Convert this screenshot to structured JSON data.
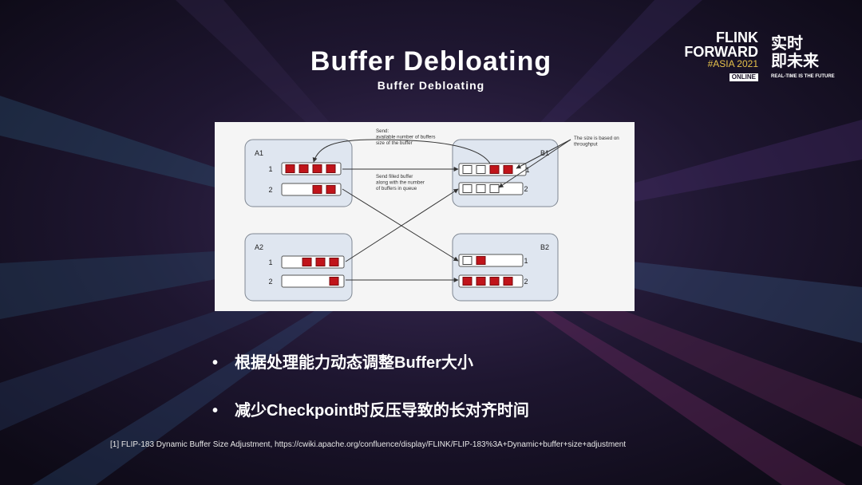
{
  "slide": {
    "title": "Buffer Debloating",
    "subtitle": "Buffer Debloating"
  },
  "logo": {
    "line1": "FLINK",
    "line2": "FORWARD",
    "line3": "#ASIA 2021",
    "badge": "ONLINE",
    "cn_line1": "实时",
    "cn_line2": "即未来",
    "tagline": "REAL-TIME IS THE FUTURE"
  },
  "diagram": {
    "nodes": [
      {
        "name": "A1",
        "channels": [
          {
            "label": "1",
            "filled": 4,
            "empty": 0
          },
          {
            "label": "2",
            "filled": 2,
            "empty": 0
          }
        ]
      },
      {
        "name": "A2",
        "channels": [
          {
            "label": "1",
            "filled": 3,
            "empty": 0
          },
          {
            "label": "2",
            "filled": 1,
            "empty": 0
          }
        ]
      },
      {
        "name": "B1",
        "channels": [
          {
            "label": "1",
            "filled": 2,
            "empty": 2
          },
          {
            "label": "2",
            "filled": 0,
            "empty": 3
          }
        ]
      },
      {
        "name": "B2",
        "channels": [
          {
            "label": "1",
            "filled": 1,
            "empty": 1
          },
          {
            "label": "2",
            "filled": 4,
            "empty": 0
          }
        ]
      }
    ],
    "notes": {
      "send_credit": [
        "Send:",
        "available number of buffers",
        "size of the buffer"
      ],
      "send_buffer": [
        "Send filled buffer",
        "along with the number",
        "of buffers in queue"
      ],
      "size_note": [
        "The size is based on",
        "throughput"
      ]
    },
    "colors": {
      "buffer_fill": "#c0141a",
      "node_fill": "#dfe6f0",
      "line": "#333333"
    }
  },
  "bullets": [
    "根据处理能力动态调整Buffer大小",
    "减少Checkpoint时反压导致的长对齐时间"
  ],
  "footnote": "[1] FLIP-183 Dynamic Buffer Size Adjustment, https://cwiki.apache.org/confluence/display/FLINK/FLIP-183%3A+Dynamic+buffer+size+adjustment"
}
